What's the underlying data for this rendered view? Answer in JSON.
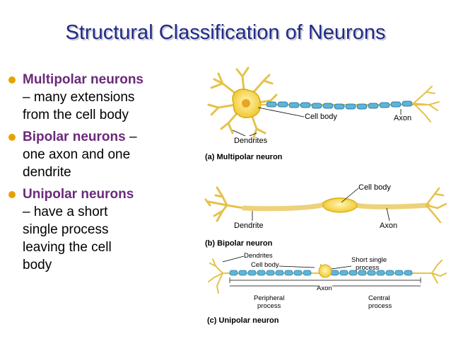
{
  "title": "Structural Classification of Neurons",
  "bullets": [
    {
      "term": "Multipolar neurons",
      "text": "– many extensions from the cell body",
      "before_lines": [
        "– many extensions",
        "from the cell body"
      ]
    },
    {
      "term": "Bipolar neurons",
      "text": " –",
      "lines": [
        "one axon and one",
        "dendrite"
      ]
    },
    {
      "term": "Unipolar neurons",
      "lines": [
        "– have a short",
        "single process",
        "leaving the cell",
        "body"
      ]
    }
  ],
  "diagram": {
    "a": {
      "cell_body": "Cell body",
      "axon": "Axon",
      "dendrites": "Dendrites",
      "caption": "(a)  Multipolar neuron"
    },
    "b": {
      "cell_body": "Cell body",
      "dendrite": "Dendrite",
      "axon": "Axon",
      "caption": "(b)  Bipolar neuron"
    },
    "c": {
      "dendrites": "Dendrites",
      "cell_body": "Cell body",
      "short_process_1": "Short single",
      "short_process_2": "process",
      "axon": "Axon",
      "peripheral_1": "Peripheral",
      "peripheral_2": "process",
      "central_1": "Central",
      "central_2": "process",
      "caption": "(c)  Unipolar neuron"
    }
  },
  "colors": {
    "title": "#1f2a8c",
    "term": "#6b2a7a",
    "bullet": "#e8a200",
    "cell": "#f4d64a",
    "myelin": "#5fb4d8"
  }
}
